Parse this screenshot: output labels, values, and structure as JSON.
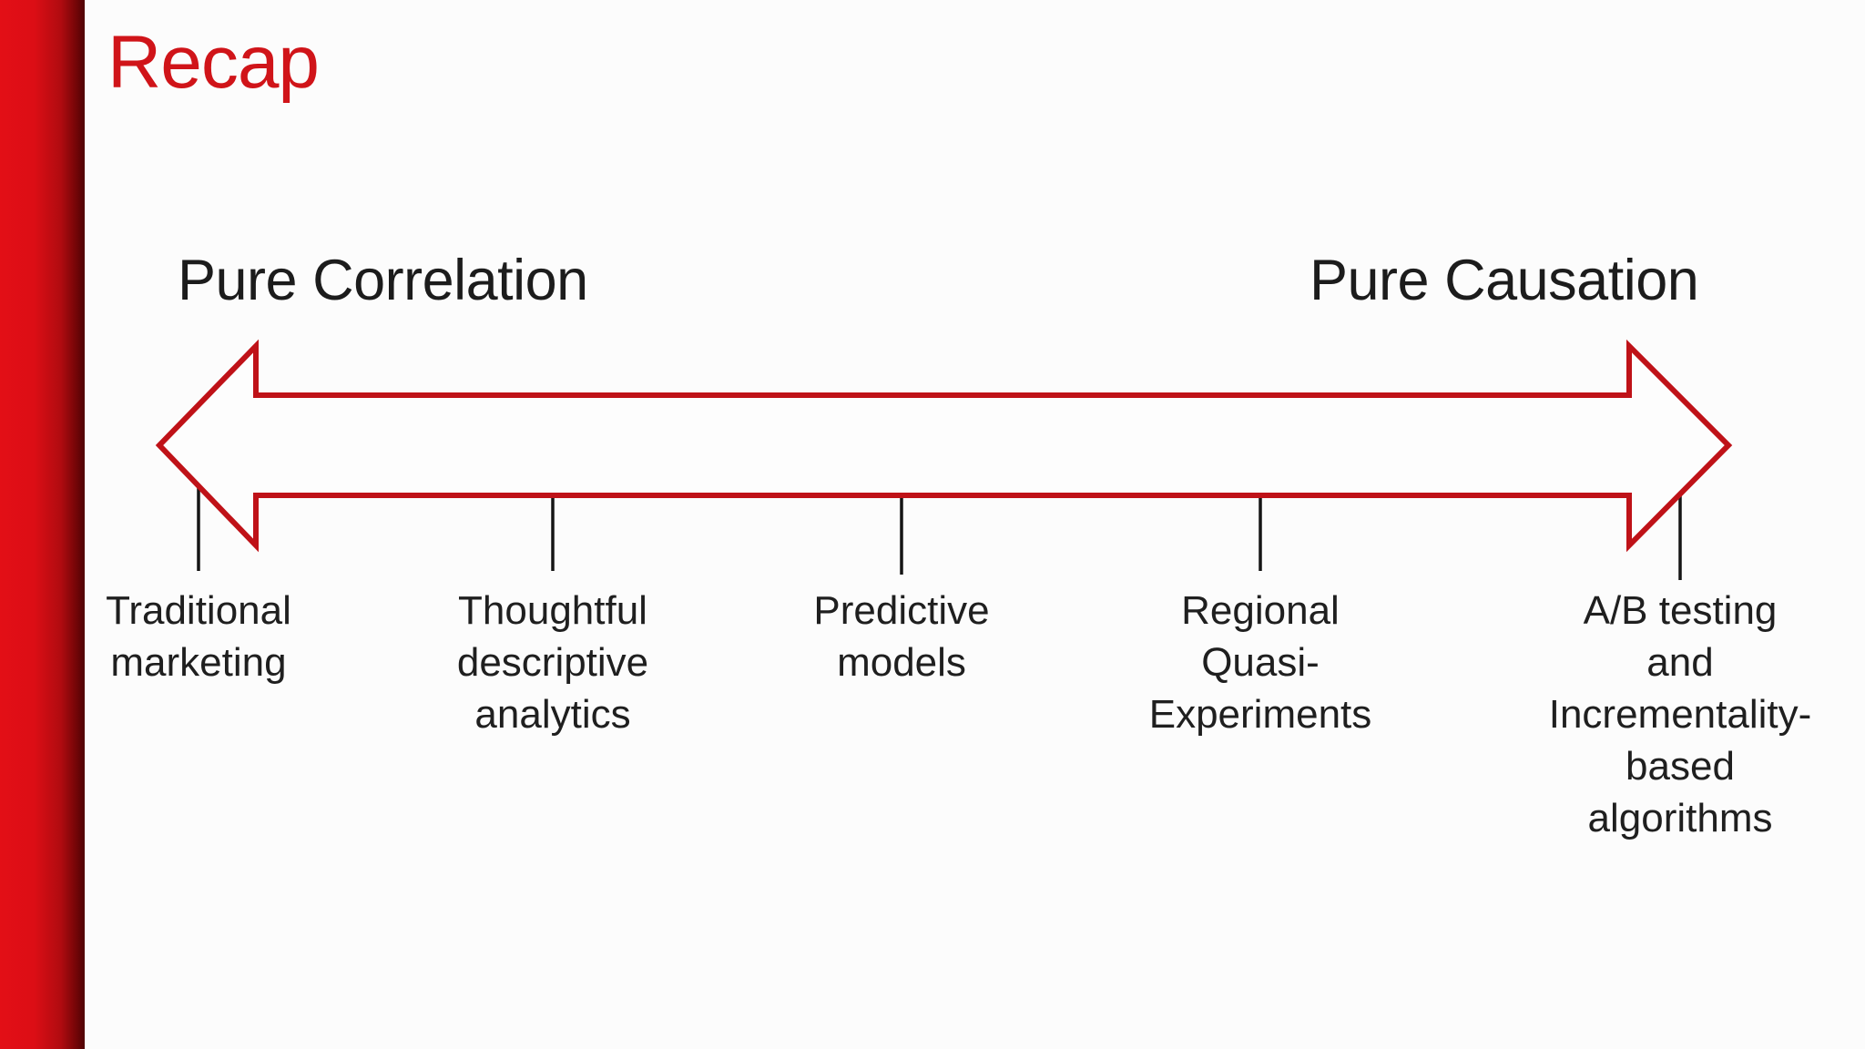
{
  "slide": {
    "title": "Recap"
  },
  "spectrum": {
    "left_end_label": "Pure Correlation",
    "right_end_label": "Pure Causation",
    "items": [
      {
        "label": "Traditional\nmarketing"
      },
      {
        "label": "Thoughtful\ndescriptive\nanalytics"
      },
      {
        "label": "Predictive\nmodels"
      },
      {
        "label": "Regional\nQuasi-\nExperiments"
      },
      {
        "label": "A/B testing\nand\nIncrementality-\nbased algorithms"
      }
    ]
  },
  "colors": {
    "title_red": "#d01419",
    "arrow_red": "#bf1218",
    "sidebar_red_bright": "#e30f16",
    "sidebar_red_dark": "#4f0305",
    "tick_black": "#151515",
    "text_dark": "#1f1f1f",
    "background": "#fcfcfc",
    "arrow_fill": "#fdfdfd"
  }
}
